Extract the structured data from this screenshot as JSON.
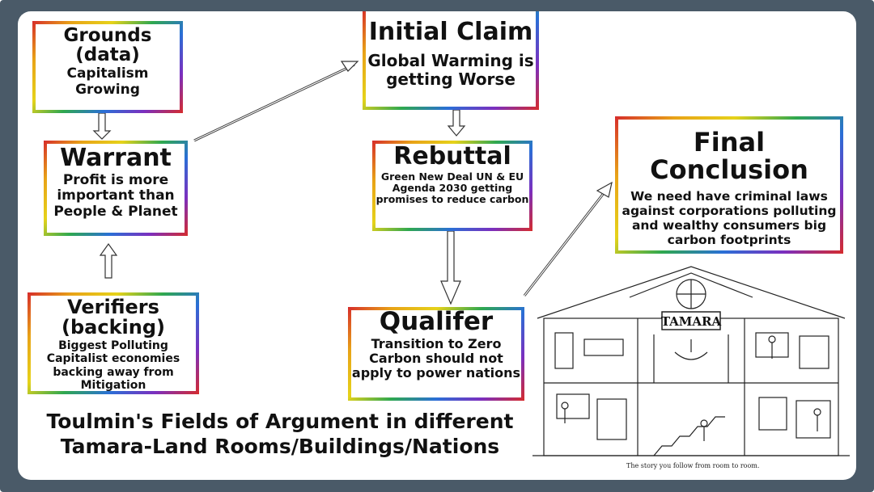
{
  "grounds": {
    "title": "Grounds (data)",
    "body": "Capitalism Growing"
  },
  "warrant": {
    "title": "Warrant",
    "body": "Profit is more important than People & Planet"
  },
  "verifiers": {
    "title": "Verifiers (backing)",
    "body": "Biggest Polluting Capitalist economies backing away from Mitigation"
  },
  "claim": {
    "title": "Initial Claim",
    "body": "Global Warming is getting Worse"
  },
  "rebuttal": {
    "title": "Rebuttal",
    "body": "Green New Deal UN & EU Agenda 2030 getting promises to reduce carbon"
  },
  "qualifier": {
    "title": "Qualifer",
    "body": "Transition to Zero Carbon should not apply to power nations"
  },
  "conclusion": {
    "title": "Final Conclusion",
    "body": "We need  have criminal laws against corporations polluting and wealthy consumers big carbon footprints"
  },
  "caption": {
    "line1": "Toulmin's Fields of Argument in different",
    "line2": "Tamara-Land Rooms/Buildings/Nations"
  },
  "illustration": {
    "sign": "TAMARA",
    "caption": "The story you follow from room to room."
  },
  "colors": {
    "frame": "#4a5a68",
    "border_gradient": [
      "#d62b2b",
      "#e8a317",
      "#e6d21a",
      "#2fa84f",
      "#2a6fd6",
      "#7b2fbf"
    ]
  }
}
